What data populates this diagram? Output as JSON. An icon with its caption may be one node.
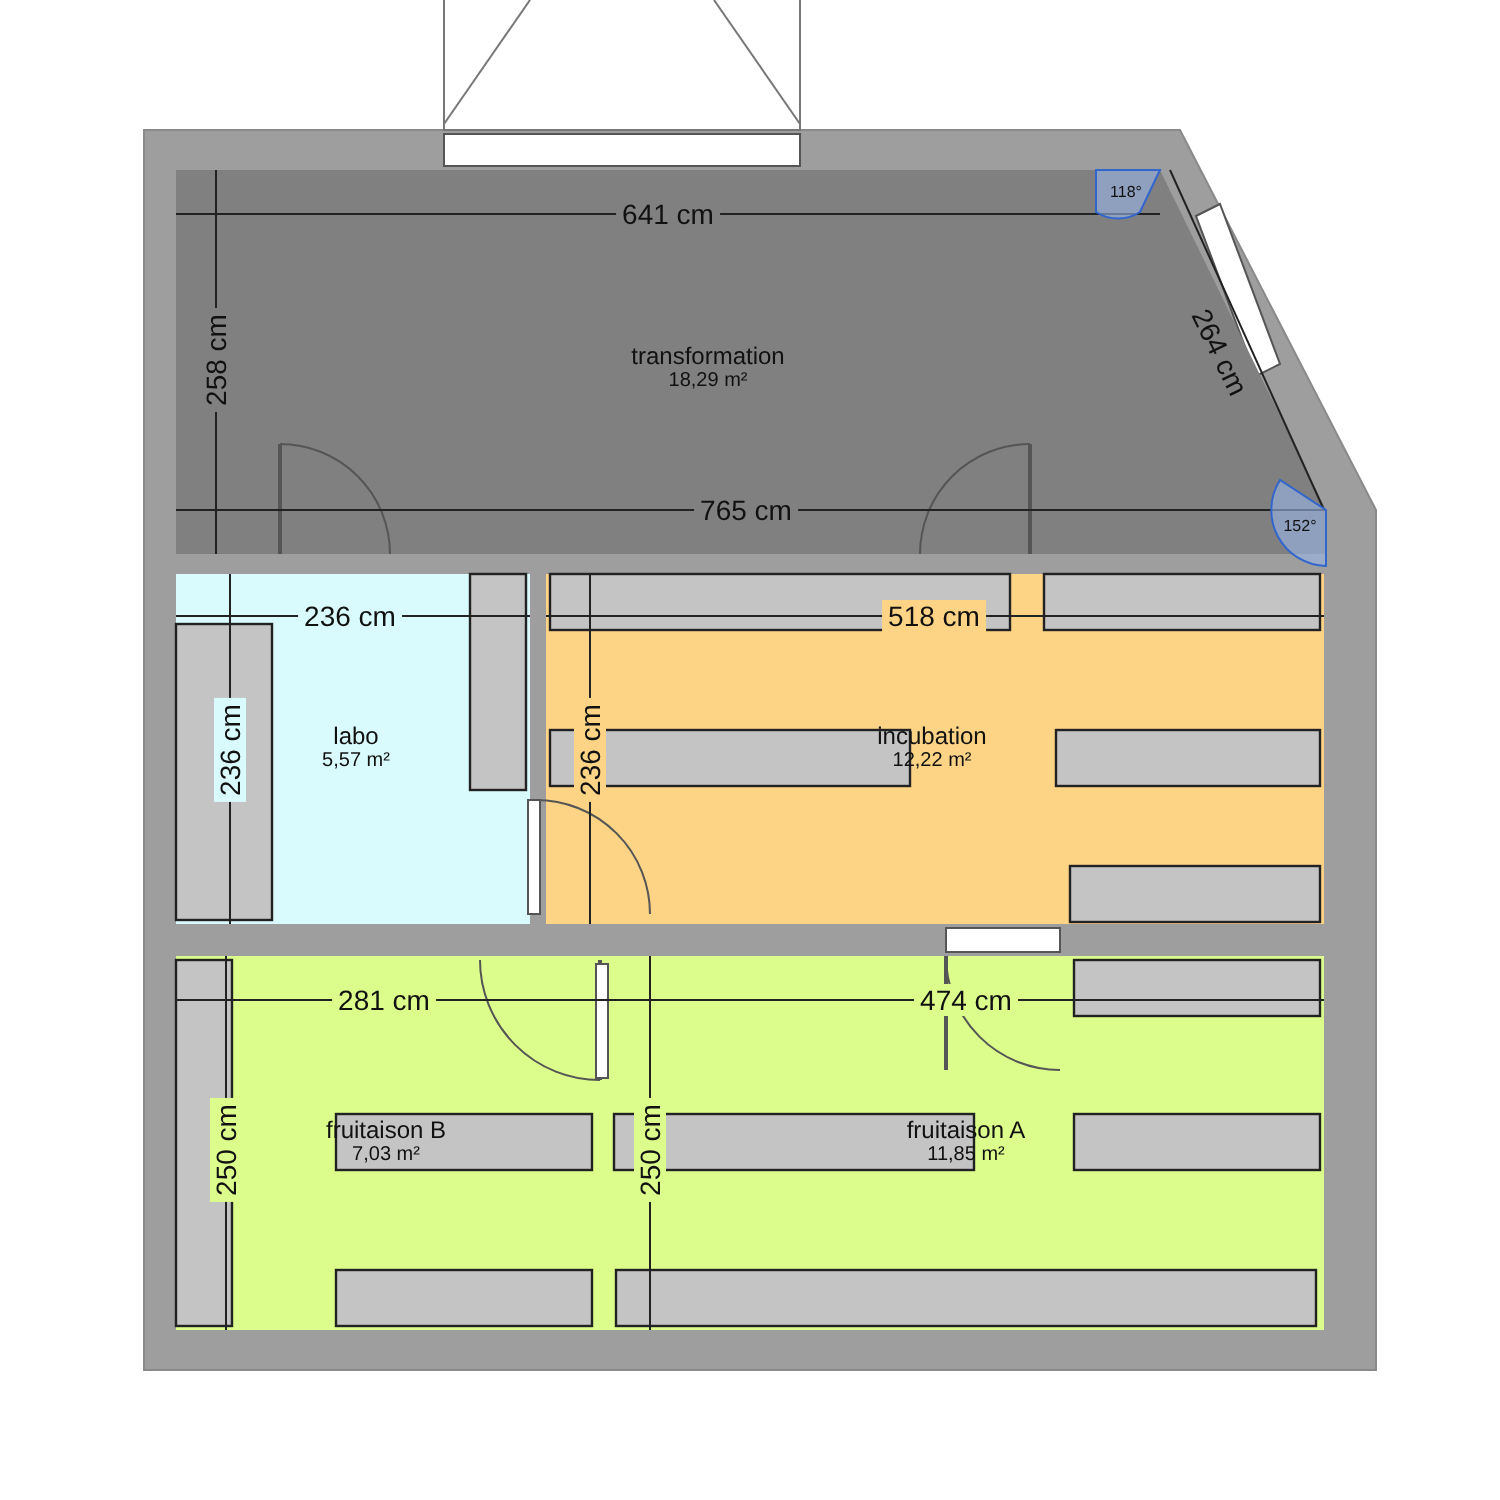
{
  "diagram": {
    "nodes": [
      {
        "text": [
          "transformation",
          "18,29 m²"
        ]
      },
      {
        "text": [
          "labo",
          "5,57 m²"
        ]
      },
      {
        "text": [
          "incubation",
          "12,22 m²"
        ]
      },
      {
        "text": [
          "fruitaison B",
          "7,03 m²"
        ]
      },
      {
        "text": [
          "fruitaison A",
          "11,85 m²"
        ]
      }
    ],
    "edges": [],
    "labels": [
      "641 cm",
      "118°",
      "258 cm",
      "264 cm",
      "765 cm",
      "152°",
      "236 cm",
      "518 cm",
      "236 cm",
      "236 cm",
      "281 cm",
      "474 cm",
      "250 cm",
      "250 cm"
    ]
  }
}
